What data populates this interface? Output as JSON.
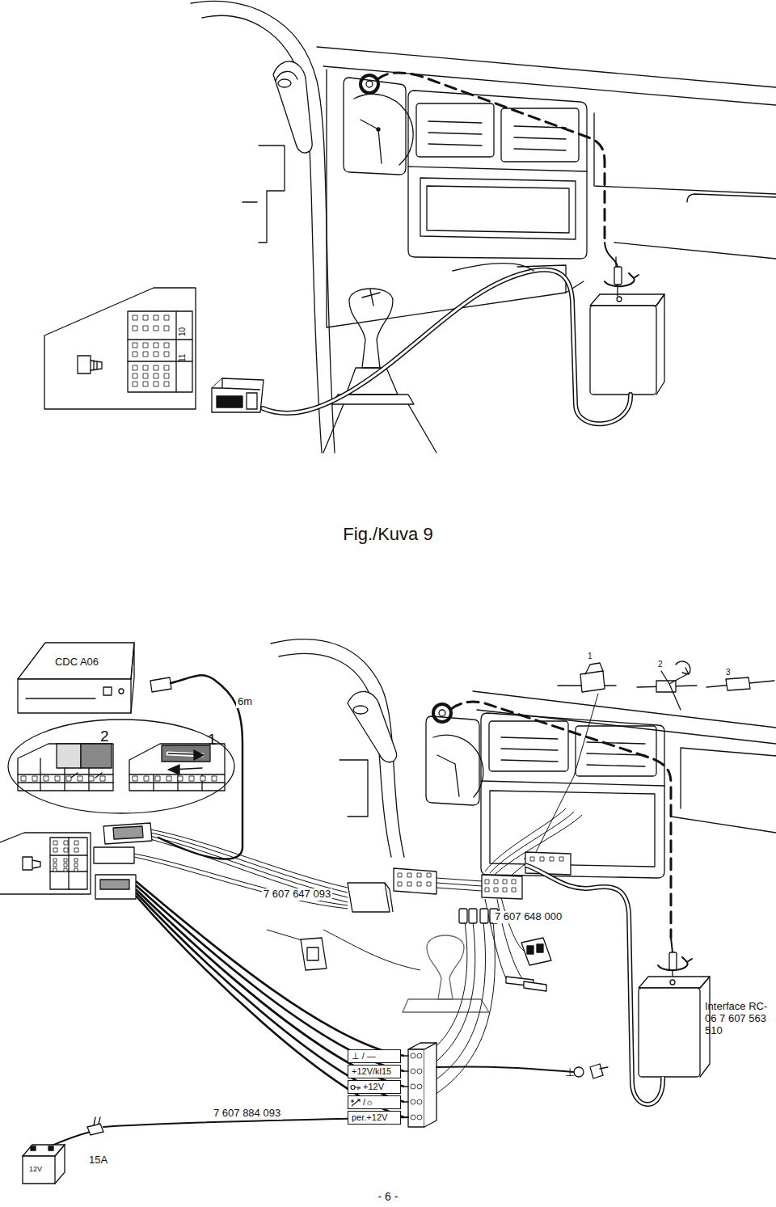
{
  "diagram": {
    "caption": "Fig./Kuva 9",
    "nodes": [
      {
        "text": [
          "CDC A06"
        ]
      },
      {
        "text": [
          "⊥ / —"
        ]
      },
      {
        "text": [
          "+12V/kl15"
        ]
      },
      {
        "text": [
          "+12V"
        ]
      },
      {
        "text": [
          "/☼"
        ]
      },
      {
        "text": [
          "per.+12V"
        ]
      }
    ],
    "labels": [
      "10",
      "11",
      "2",
      "1",
      "6m",
      "1",
      "2",
      "3",
      "7 607 647 093",
      "7 607 648 000",
      "Interface RC-06 7 607 563 510",
      "⊥",
      "7 607 884 093",
      "15A",
      "12V",
      "- 6 -"
    ]
  }
}
